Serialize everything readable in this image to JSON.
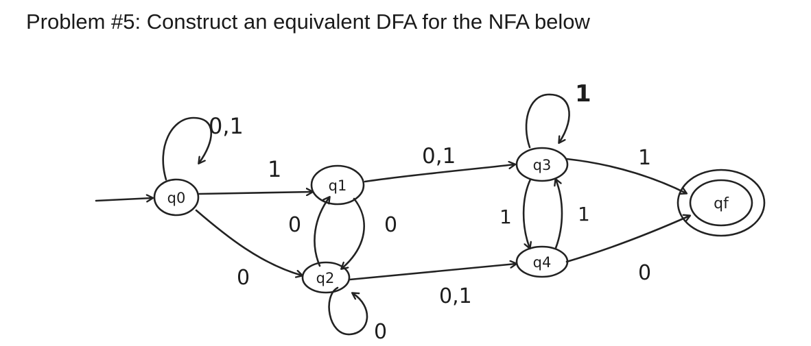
{
  "problem": {
    "title": "Problem #5: Construct an equivalent DFA for the NFA below"
  },
  "nfa": {
    "start_state": "q0",
    "accept_states": [
      "qf"
    ],
    "states": [
      {
        "id": "q0",
        "label": "q0"
      },
      {
        "id": "q1",
        "label": "q1"
      },
      {
        "id": "q2",
        "label": "q2"
      },
      {
        "id": "q3",
        "label": "q3"
      },
      {
        "id": "q4",
        "label": "q4"
      },
      {
        "id": "qf",
        "label": "qf"
      }
    ],
    "transitions": [
      {
        "id": "q0-loop",
        "from": "q0",
        "to": "q0",
        "label": "0,1"
      },
      {
        "id": "q0-q1",
        "from": "q0",
        "to": "q1",
        "label": "1"
      },
      {
        "id": "q0-q2",
        "from": "q0",
        "to": "q2",
        "label": "0"
      },
      {
        "id": "q1-q3",
        "from": "q1",
        "to": "q3",
        "label": "0,1"
      },
      {
        "id": "q1-q2",
        "from": "q1",
        "to": "q2",
        "label": "0"
      },
      {
        "id": "q2-q1",
        "from": "q2",
        "to": "q1",
        "label": "0"
      },
      {
        "id": "q2-loop",
        "from": "q2",
        "to": "q2",
        "label": "0"
      },
      {
        "id": "q2-q4",
        "from": "q2",
        "to": "q4",
        "label": "0,1"
      },
      {
        "id": "q3-loop",
        "from": "q3",
        "to": "q3",
        "label": "1"
      },
      {
        "id": "q3-q4",
        "from": "q3",
        "to": "q4",
        "label": "1"
      },
      {
        "id": "q4-q3",
        "from": "q4",
        "to": "q3",
        "label": "1"
      },
      {
        "id": "q3-qf",
        "from": "q3",
        "to": "qf",
        "label": "1"
      },
      {
        "id": "q4-qf",
        "from": "q4",
        "to": "qf",
        "label": "0"
      }
    ]
  }
}
